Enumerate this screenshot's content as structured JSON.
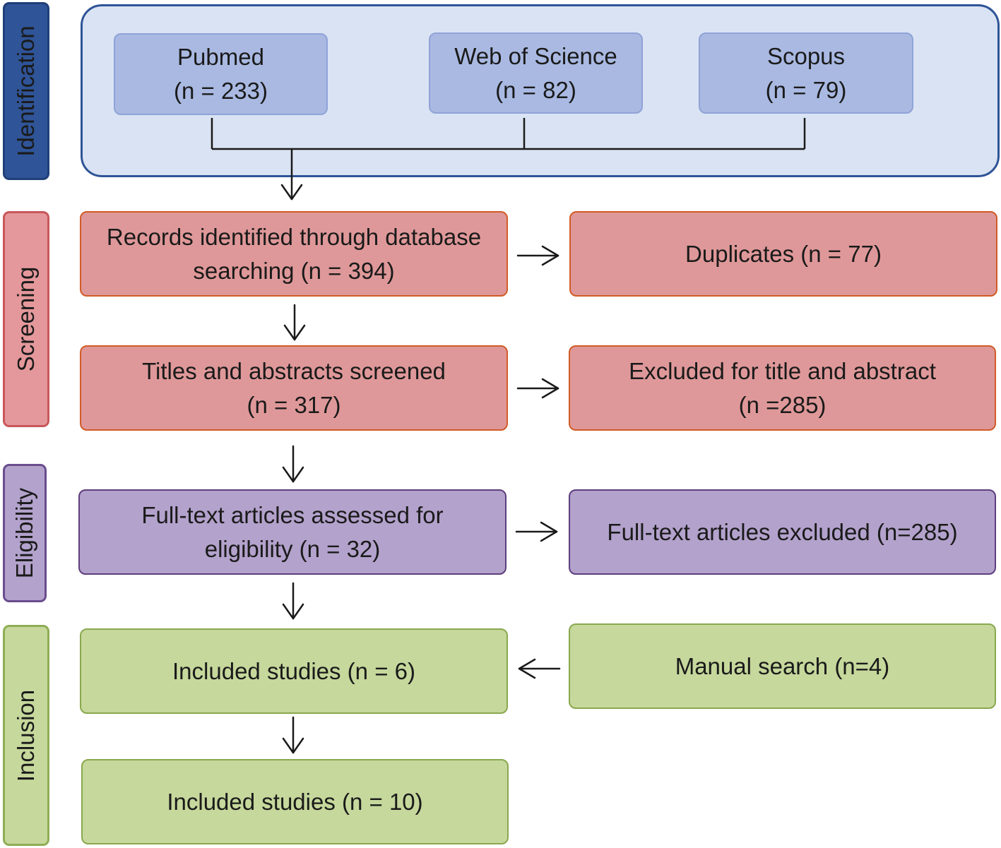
{
  "phases": {
    "identification": "Identification",
    "screening": "Screening",
    "eligibility": "Eligibility",
    "inclusion": "Inclusion"
  },
  "databases": [
    {
      "name": "Pubmed",
      "count": "(n = 233)"
    },
    {
      "name": "Web of Science",
      "count": "(n = 82)"
    },
    {
      "name": "Scopus",
      "count": "(n = 79)"
    }
  ],
  "screening": {
    "records": {
      "line1": "Records identified through database",
      "line2": "searching (n = 394)"
    },
    "duplicates": "Duplicates (n = 77)",
    "titles": {
      "line1": "Titles and abstracts screened",
      "line2": "(n = 317)"
    },
    "excluded_title": {
      "line1": "Excluded for title and abstract",
      "line2": "(n =285)"
    }
  },
  "eligibility": {
    "fulltext": {
      "line1": "Full-text articles assessed for",
      "line2": "eligibility (n = 32)"
    },
    "fulltext_excluded": "Full-text articles excluded (n=285)"
  },
  "inclusion": {
    "included_6": "Included studies (n = 6)",
    "manual_search": "Manual search (n=4)",
    "included_10": "Included studies (n = 10)"
  },
  "colors": {
    "identification": "#2f5497",
    "screening": "#e4989b",
    "eligibility": "#b3a2cc",
    "inclusion": "#c6d89c"
  }
}
